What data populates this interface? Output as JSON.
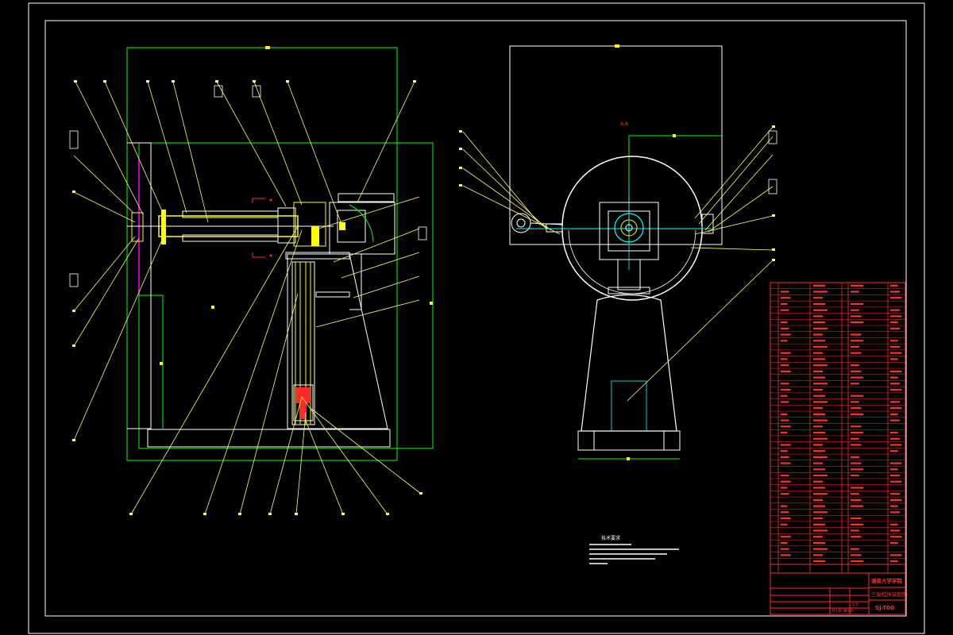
{
  "drawing": {
    "title_block": {
      "school": "湖南大学学院",
      "drawing_title": "三轴搅拌装配图",
      "drawing_number": "SJ-T00",
      "sheet_info": "共1张 第1张",
      "scale": "1:5"
    },
    "tech_notes_title": "技术要求",
    "section_marker": "A-A",
    "colors": {
      "background": "#000000",
      "frame": "#ffffff",
      "dimension": "#00ff00",
      "leader": "#ffff66",
      "structure": "#ffffff",
      "shaft": "#ffff00",
      "table_lines": "#ff2a2a",
      "table_text": "#ff3030",
      "magenta": "#ff00ff",
      "cyan": "#00ffff"
    }
  }
}
